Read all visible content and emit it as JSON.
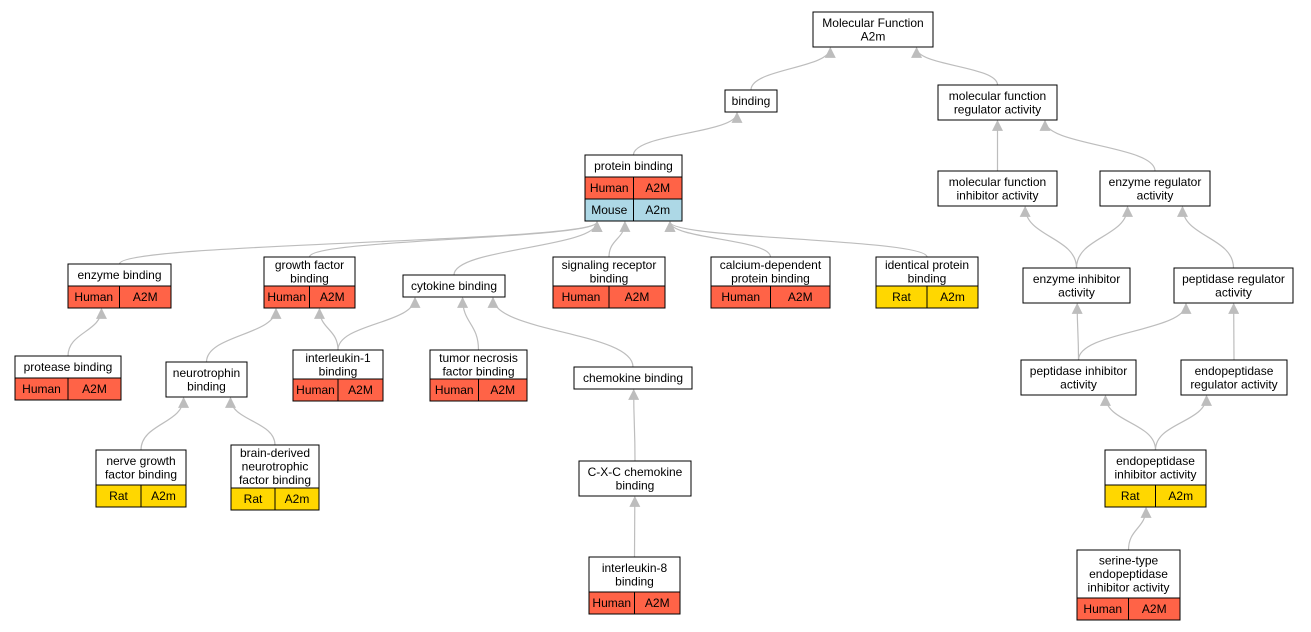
{
  "colors": {
    "human": "#ff6347",
    "mouse": "#add8e6",
    "rat": "#ffd700",
    "edge": "#bdbdbd",
    "node_border": "#000000",
    "node_fill": "#ffffff"
  },
  "nodes": [
    {
      "id": "mf",
      "lines": [
        "Molecular Function",
        "A2m"
      ],
      "species": []
    },
    {
      "id": "binding",
      "lines": [
        "binding"
      ],
      "species": []
    },
    {
      "id": "mfra",
      "lines": [
        "molecular function",
        "regulator activity"
      ],
      "species": []
    },
    {
      "id": "pb",
      "lines": [
        "protein binding"
      ],
      "species": [
        [
          "Human",
          "A2M"
        ],
        [
          "Mouse",
          "A2m"
        ]
      ]
    },
    {
      "id": "mfia",
      "lines": [
        "molecular function",
        "inhibitor activity"
      ],
      "species": []
    },
    {
      "id": "era",
      "lines": [
        "enzyme regulator",
        "activity"
      ],
      "species": []
    },
    {
      "id": "eb",
      "lines": [
        "enzyme binding"
      ],
      "species": [
        [
          "Human",
          "A2M"
        ]
      ]
    },
    {
      "id": "gfb",
      "lines": [
        "growth factor",
        "binding"
      ],
      "species": [
        [
          "Human",
          "A2M"
        ]
      ]
    },
    {
      "id": "cb",
      "lines": [
        "cytokine binding"
      ],
      "species": []
    },
    {
      "id": "srb",
      "lines": [
        "signaling receptor",
        "binding"
      ],
      "species": [
        [
          "Human",
          "A2M"
        ]
      ]
    },
    {
      "id": "cdpb",
      "lines": [
        "calcium-dependent",
        "protein binding"
      ],
      "species": [
        [
          "Human",
          "A2M"
        ]
      ]
    },
    {
      "id": "ipb",
      "lines": [
        "identical protein",
        "binding"
      ],
      "species": [
        [
          "Rat",
          "A2m"
        ]
      ]
    },
    {
      "id": "eia",
      "lines": [
        "enzyme inhibitor",
        "activity"
      ],
      "species": []
    },
    {
      "id": "pra",
      "lines": [
        "peptidase regulator",
        "activity"
      ],
      "species": []
    },
    {
      "id": "prb",
      "lines": [
        "protease binding"
      ],
      "species": [
        [
          "Human",
          "A2M"
        ]
      ]
    },
    {
      "id": "ntb",
      "lines": [
        "neurotrophin",
        "binding"
      ],
      "species": []
    },
    {
      "id": "il1",
      "lines": [
        "interleukin-1",
        "binding"
      ],
      "species": [
        [
          "Human",
          "A2M"
        ]
      ]
    },
    {
      "id": "tnf",
      "lines": [
        "tumor necrosis",
        "factor binding"
      ],
      "species": [
        [
          "Human",
          "A2M"
        ]
      ]
    },
    {
      "id": "chb",
      "lines": [
        "chemokine binding"
      ],
      "species": []
    },
    {
      "id": "pia",
      "lines": [
        "peptidase inhibitor",
        "activity"
      ],
      "species": []
    },
    {
      "id": "epra",
      "lines": [
        "endopeptidase",
        "regulator activity"
      ],
      "species": []
    },
    {
      "id": "ngf",
      "lines": [
        "nerve growth",
        "factor binding"
      ],
      "species": [
        [
          "Rat",
          "A2m"
        ]
      ]
    },
    {
      "id": "bdnf",
      "lines": [
        "brain-derived",
        "neurotrophic",
        "factor binding"
      ],
      "species": [
        [
          "Rat",
          "A2m"
        ]
      ]
    },
    {
      "id": "cxc",
      "lines": [
        "C-X-C chemokine",
        "binding"
      ],
      "species": []
    },
    {
      "id": "epia",
      "lines": [
        "endopeptidase",
        "inhibitor activity"
      ],
      "species": [
        [
          "Rat",
          "A2m"
        ]
      ]
    },
    {
      "id": "il8",
      "lines": [
        "interleukin-8",
        "binding"
      ],
      "species": [
        [
          "Human",
          "A2M"
        ]
      ]
    },
    {
      "id": "step",
      "lines": [
        "serine-type",
        "endopeptidase",
        "inhibitor activity"
      ],
      "species": [
        [
          "Human",
          "A2M"
        ]
      ]
    }
  ],
  "edges": [
    [
      "binding",
      "mf"
    ],
    [
      "mfra",
      "mf"
    ],
    [
      "pb",
      "binding"
    ],
    [
      "mfia",
      "mfra"
    ],
    [
      "era",
      "mfra"
    ],
    [
      "eb",
      "pb"
    ],
    [
      "gfb",
      "pb"
    ],
    [
      "cb",
      "pb"
    ],
    [
      "srb",
      "pb"
    ],
    [
      "cdpb",
      "pb"
    ],
    [
      "ipb",
      "pb"
    ],
    [
      "eia",
      "mfia"
    ],
    [
      "eia",
      "era"
    ],
    [
      "pra",
      "era"
    ],
    [
      "prb",
      "eb"
    ],
    [
      "ntb",
      "gfb"
    ],
    [
      "il1",
      "gfb"
    ],
    [
      "il1",
      "cb"
    ],
    [
      "tnf",
      "cb"
    ],
    [
      "chb",
      "cb"
    ],
    [
      "pia",
      "eia"
    ],
    [
      "epra",
      "pra"
    ],
    [
      "pia",
      "pra"
    ],
    [
      "ngf",
      "ntb"
    ],
    [
      "bdnf",
      "ntb"
    ],
    [
      "cxc",
      "chb"
    ],
    [
      "epia",
      "pia"
    ],
    [
      "epia",
      "epra"
    ],
    [
      "il8",
      "cxc"
    ],
    [
      "step",
      "epia"
    ]
  ]
}
